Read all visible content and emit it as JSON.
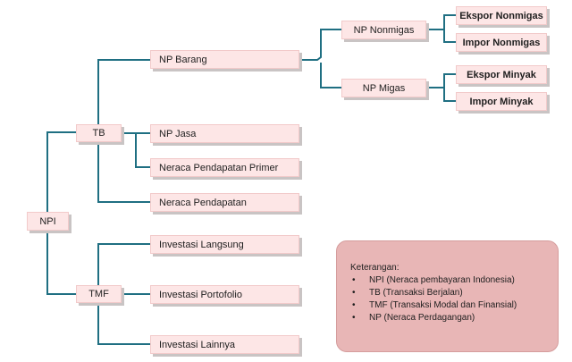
{
  "nodes": {
    "npi": "NPI",
    "tb": "TB",
    "tmf": "TMF",
    "np_barang": "NP Barang",
    "np_jasa": "NP Jasa",
    "neraca_pendapatan_primer": "Neraca Pendapatan Primer",
    "neraca_pendapatan": "Neraca Pendapatan",
    "np_nonmigas": "NP Nonmigas",
    "np_migas": "NP Migas",
    "ekspor_nonmigas": "Ekspor Nonmigas",
    "impor_nonmigas": "Impor Nonmigas",
    "ekspor_minyak": "Ekspor Minyak",
    "impor_minyak": "Impor Minyak",
    "investasi_langsung": "Investasi Langsung",
    "investasi_portofolio": "Investasi Portofolio",
    "investasi_lainnya": "Investasi Lainnya"
  },
  "legend": {
    "title": "Keterangan:",
    "bullet": "•",
    "items": [
      "NPI (Neraca pembayaran Indonesia)",
      "TB (Transaksi Berjalan)",
      "TMF (Transaksi Modal dan Finansial)",
      "NP (Neraca Perdagangan)"
    ]
  },
  "colors": {
    "connector": "#1f6f82",
    "node_fill": "#fde6e6",
    "legend_fill": "#e8b6b6"
  }
}
